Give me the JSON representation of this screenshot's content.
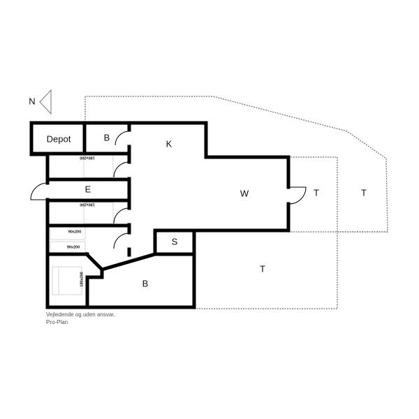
{
  "north": "N",
  "rooms": {
    "depot": "Depot",
    "bath_top": "B",
    "kitchen": "K",
    "entrance": "E",
    "living": "W",
    "terrace_1": "T",
    "terrace_2": "T",
    "storage": "S",
    "terrace_3": "T",
    "bath_bottom": "B"
  },
  "beds": {
    "bed1": "180x200",
    "bed2": "180x200",
    "bed3a": "90x200",
    "bed3b": "90x200",
    "bed4": "180x200"
  },
  "note": {
    "line1": "Vejledende og uden ansvar.",
    "line2": "Pro-Plan"
  }
}
